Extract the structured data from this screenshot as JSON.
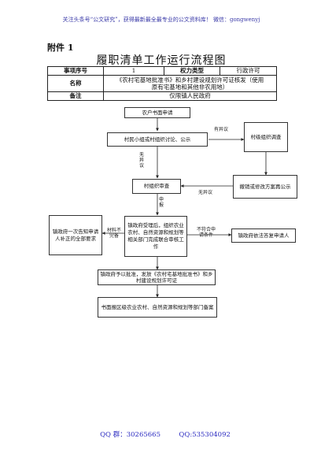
{
  "header_note": "关注头条号“公文研究”，获得最新最全最专业的公文资料库！ 微信：gongwenyj",
  "attachment_label": "附件 1",
  "title": "履职清单工作运行流程图",
  "info_table": {
    "row1": {
      "label": "事项序号",
      "value": "1",
      "label2": "权力类型",
      "value2": "行政许可"
    },
    "row2": {
      "label": "名称",
      "value": "《农村宅基地批准书》和乡村建设规划许可证核发（使用原有宅基地和其他非农用地）"
    },
    "row3": {
      "label": "备注",
      "value": "仅限镇人民政府"
    }
  },
  "flow": {
    "apply": "农户书面申请",
    "village_meeting": "村民小组或村组织讨论、公示",
    "village_investigate": "村级组织调查",
    "revoke_or_publish": "撤销或修改方案再公示",
    "village_review": "村组织审查",
    "town_accept": "镇政府受理后，组织农业农村、自然资源和规划等相关部门完成联合审核工作",
    "notify_once": "镇政府一次告知申请人补正的全部要求",
    "reject_notice": "镇政府依法答复申请人",
    "approve": "镇政府予以批准，发放《农村宅基地批准书》和乡村建设规划许可证",
    "report": "书面报区级农业农村、自然资源和规划等部门备案",
    "edge_objection": "有异议",
    "edge_no_objection_vertical": "无异议",
    "edge_no_objection": "无异议",
    "edge_submit": "申报",
    "edge_material": "材料不完备",
    "edge_not_meet": "不符合申请条件"
  },
  "footer": {
    "qq_group": "QQ 群：30265665",
    "qq": "QQ:535304092"
  }
}
